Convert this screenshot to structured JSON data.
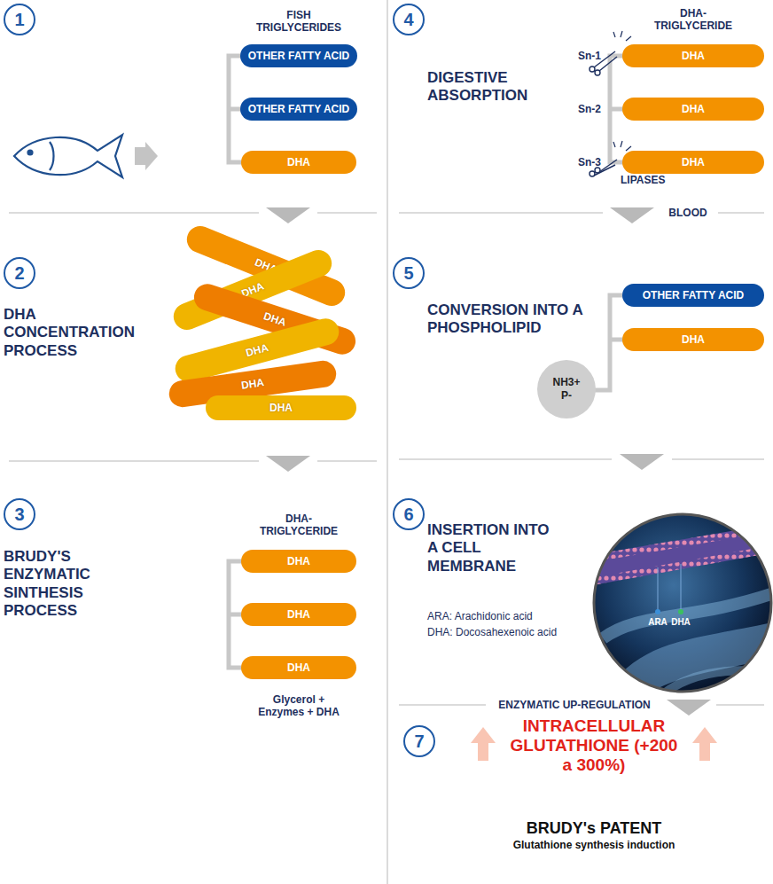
{
  "diagram": {
    "nodes": [
      {
        "text": [
          "1"
        ]
      },
      {
        "text": [
          "OTHER FATTY ACID"
        ]
      },
      {
        "text": [
          "OTHER FATTY ACID"
        ]
      },
      {
        "text": [
          "DHA"
        ]
      },
      {
        "text": [
          "2"
        ]
      },
      {
        "text": [
          "DHA"
        ]
      },
      {
        "text": [
          "DHA"
        ]
      },
      {
        "text": [
          "DHA"
        ]
      },
      {
        "text": [
          "DHA"
        ]
      },
      {
        "text": [
          "DHA"
        ]
      },
      {
        "text": [
          "DHA"
        ]
      },
      {
        "text": [
          "3"
        ]
      },
      {
        "text": [
          "DHA"
        ]
      },
      {
        "text": [
          "DHA"
        ]
      },
      {
        "text": [
          "DHA"
        ]
      },
      {
        "text": [
          "4"
        ]
      },
      {
        "text": [
          "DHA"
        ]
      },
      {
        "text": [
          "DHA"
        ]
      },
      {
        "text": [
          "DHA"
        ]
      },
      {
        "text": [
          "5"
        ]
      },
      {
        "text": [
          "OTHER FATTY ACID"
        ]
      },
      {
        "text": [
          "DHA"
        ]
      },
      {
        "text": [
          "NH3+ P-"
        ]
      },
      {
        "text": [
          "6"
        ]
      },
      {
        "text": [
          "7"
        ]
      }
    ],
    "labels": [
      "FISH TRIGLYCERIDES",
      "DHA CONCENTRATION PROCESS",
      "BRUDY'S ENZYMATIC SINTHESIS PROCESS",
      "DHA- TRIGLYCERIDE",
      "Glycerol + Enzymes + DHA",
      "DIGESTIVE ABSORPTION",
      "DHA- TRIGLYCERIDE",
      "Sn-1",
      "Sn-2",
      "Sn-3",
      "LIPASES",
      "BLOOD",
      "CONVERSION INTO A PHOSPHOLIPID",
      "INSERTION INTO A CELL MEMBRANE",
      "ARA",
      "DHA",
      "ARA: Arachidonic acid",
      "DHA: Docosahexenoic acid",
      "ENZYMATIC UP-REGULATION",
      "INTRACELLULAR GLUTATHIONE (+200 a 300%)",
      "BRUDY's PATENT",
      "Glutathione synthesis induction"
    ]
  }
}
